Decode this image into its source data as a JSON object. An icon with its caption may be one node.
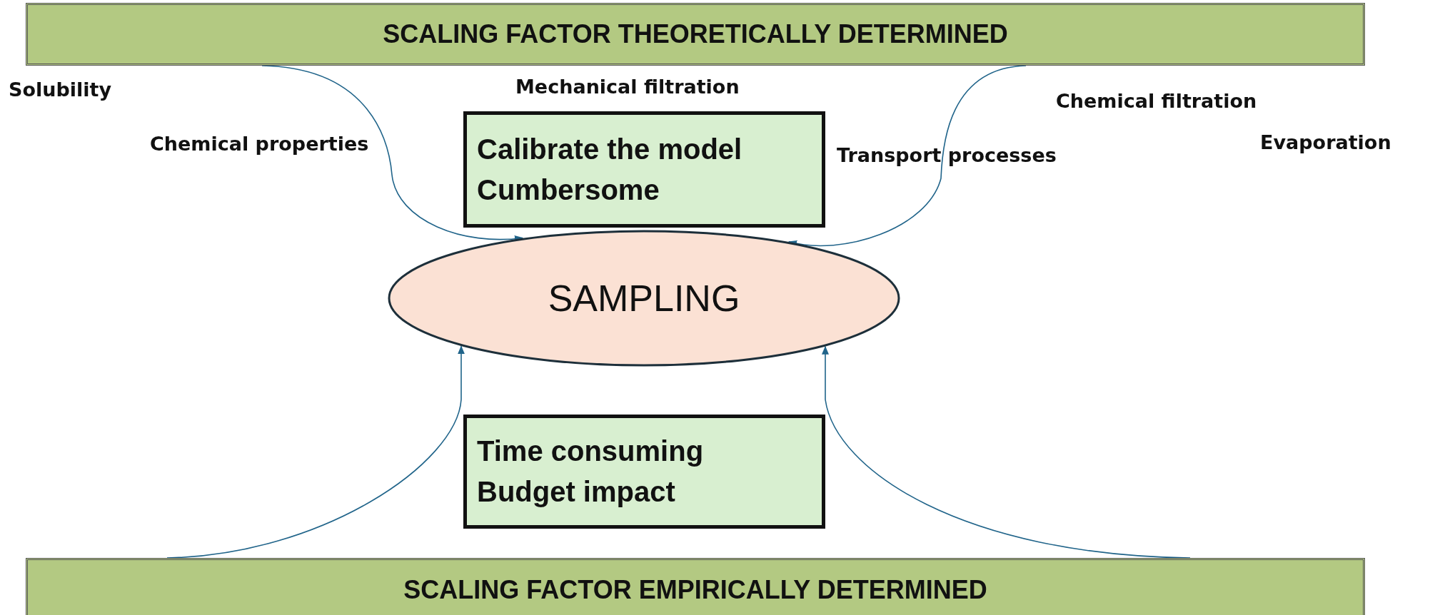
{
  "diagram": {
    "nodes": [
      {
        "text": [
          "SCALING FACTOR THEORETICALLY DETERMINED"
        ]
      },
      {
        "text": [
          "Calibrate the model",
          "Cumbersome"
        ]
      },
      {
        "text": [
          "SAMPLING"
        ]
      },
      {
        "text": [
          "Time consuming",
          "Budget impact"
        ]
      },
      {
        "text": [
          "SCALING FACTOR EMPIRICALLY DETERMINED"
        ]
      }
    ],
    "edges": [
      {
        "from": 0,
        "to": 2,
        "arrow": "to"
      },
      {
        "from": 0,
        "to": 2,
        "arrow": "to"
      },
      {
        "from": 4,
        "to": 2,
        "arrow": "to"
      },
      {
        "from": 4,
        "to": 2,
        "arrow": "to"
      }
    ],
    "labels": [
      "Solubility",
      "Mechanical filtration",
      "Chemical filtration",
      "Chemical properties",
      "Evaporation",
      "Transport processes"
    ]
  }
}
